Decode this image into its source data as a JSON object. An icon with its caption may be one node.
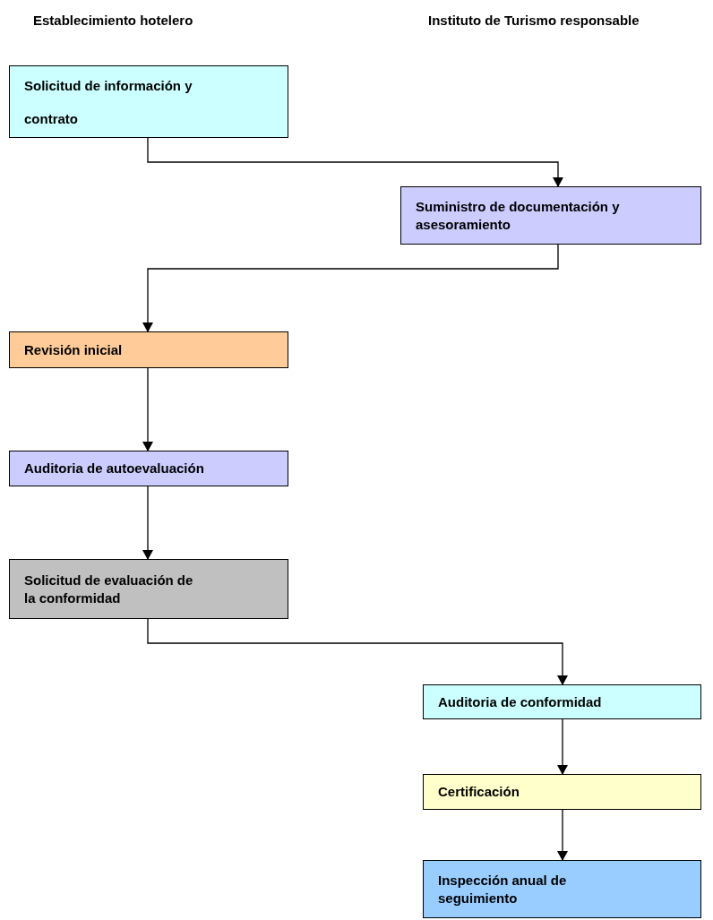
{
  "diagram": {
    "nodes": [
      {
        "text": [
          "Solicitud de información y contrato"
        ]
      },
      {
        "text": [
          "Suministro de documentación y asesoramiento"
        ]
      },
      {
        "text": [
          "Revisión inicial"
        ]
      },
      {
        "text": [
          "Auditoria de autoevaluación"
        ]
      },
      {
        "text": [
          "Solicitud de evaluación de la conformidad"
        ]
      },
      {
        "text": [
          "Auditoria de conformidad"
        ]
      },
      {
        "text": [
          "Certificación"
        ]
      },
      {
        "text": [
          "Inspección anual de seguimiento"
        ]
      }
    ],
    "edges": [
      {
        "from": 0,
        "to": 1,
        "arrow": "to"
      },
      {
        "from": 1,
        "to": 2,
        "arrow": "to"
      },
      {
        "from": 2,
        "to": 3,
        "arrow": "to"
      },
      {
        "from": 3,
        "to": 4,
        "arrow": "to"
      },
      {
        "from": 4,
        "to": 5,
        "arrow": "to"
      },
      {
        "from": 5,
        "to": 6,
        "arrow": "to"
      },
      {
        "from": 6,
        "to": 7,
        "arrow": "to"
      }
    ],
    "labels": [
      "Establecimiento hotelero",
      "Instituto de Turismo responsable"
    ]
  }
}
